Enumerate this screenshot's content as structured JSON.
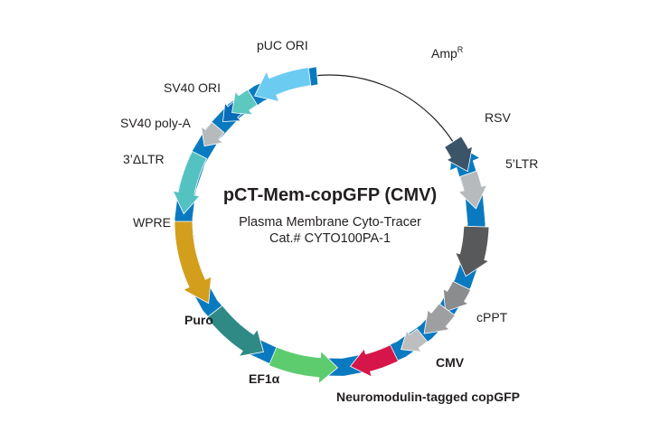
{
  "map": {
    "title": "pCT-Mem-copGFP (CMV)",
    "subtitle": "Plasma Membrane Cyto-Tracer",
    "catalog": "Cat.# CYTO100PA-1"
  },
  "features": [
    {
      "id": "ampr",
      "label": "Amp",
      "sup": "R",
      "color": "#0a7ac0",
      "bold": false
    },
    {
      "id": "rsv",
      "label": "RSV",
      "color": "#3c5468",
      "bold": false
    },
    {
      "id": "ltr5",
      "label": "5’LTR",
      "color": "#b7babc",
      "bold": false
    },
    {
      "id": "dark",
      "label": "",
      "color": "#58595b",
      "bold": false
    },
    {
      "id": "gray1",
      "label": "",
      "color": "#8a8c8e",
      "bold": false
    },
    {
      "id": "gray2",
      "label": "",
      "color": "#9d9fa1",
      "bold": false
    },
    {
      "id": "cppt",
      "label": "cPPT",
      "color": "#bcbec0",
      "bold": false
    },
    {
      "id": "cmv",
      "label": "CMV",
      "color": "#d6164a",
      "bold": true
    },
    {
      "id": "gfp",
      "label": "Neuromodulin-tagged copGFP",
      "color": "#5ccc6e",
      "bold": true
    },
    {
      "id": "ef1a",
      "label": "EF1α",
      "color": "#2f8a86",
      "bold": true
    },
    {
      "id": "puro",
      "label": "Puro",
      "color": "#d29e1c",
      "bold": true
    },
    {
      "id": "wpre",
      "label": "WPRE",
      "color": "#55c2c2",
      "bold": false
    },
    {
      "id": "ltr3",
      "label": "3’ΔLTR",
      "color": "#b7babc",
      "bold": false
    },
    {
      "id": "polya",
      "label": "SV40 poly-A",
      "color": "#0a6cb8",
      "bold": false
    },
    {
      "id": "sv40",
      "label": "SV40 ORI",
      "color": "#5cc8c0",
      "bold": false
    },
    {
      "id": "puc",
      "label": "pUC ORI",
      "color": "#6ccbf0",
      "bold": false
    }
  ]
}
